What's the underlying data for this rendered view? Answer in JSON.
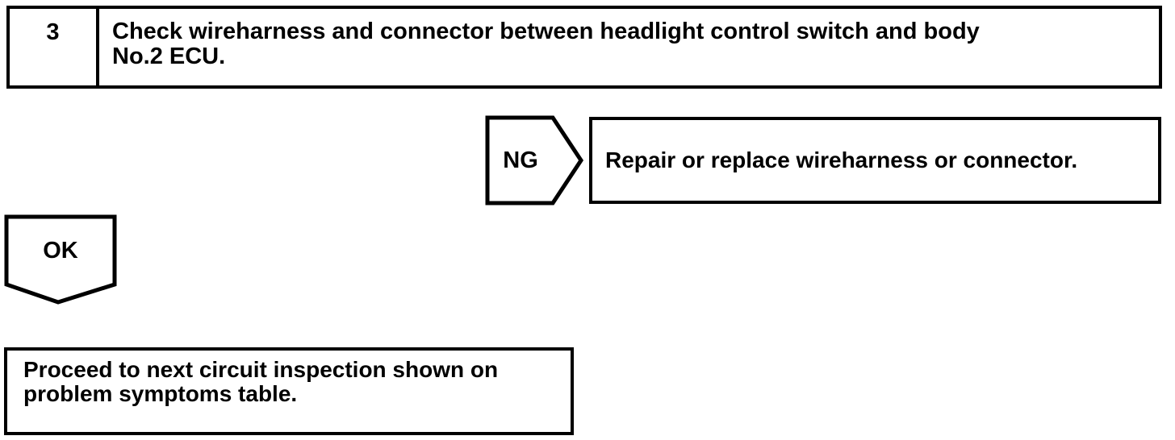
{
  "step": {
    "number": "3",
    "instruction": "Check wireharness and connector between headlight control switch and body No.2 ECU.",
    "instruction_lines": [
      "Check wireharness and connector between headlight control switch and body",
      "No.2 ECU."
    ]
  },
  "ng_branch": {
    "label": "NG",
    "action": "Repair or replace wireharness or connector."
  },
  "ok_branch": {
    "label": "OK",
    "action": "Proceed to next circuit inspection shown on problem symptoms table.",
    "action_lines": [
      "Proceed to next circuit inspection shown on",
      "problem symptoms table."
    ]
  },
  "colors": {
    "ink": "#000000",
    "paper": "#ffffff"
  }
}
